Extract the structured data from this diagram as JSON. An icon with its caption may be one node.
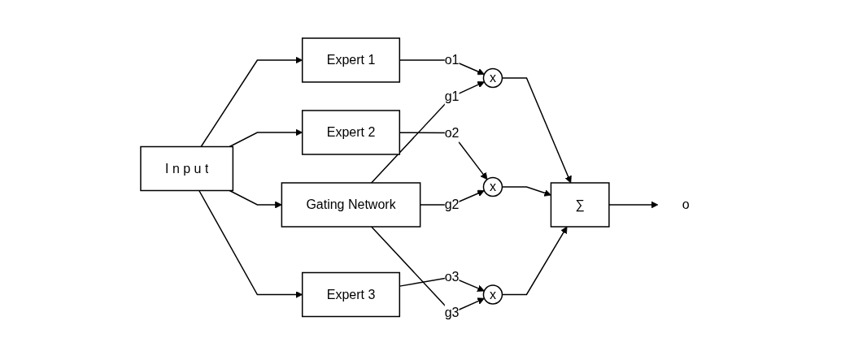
{
  "diagram": {
    "nodes": [
      {
        "text": [
          "I n p u t"
        ]
      },
      {
        "text": [
          "Expert 1"
        ]
      },
      {
        "text": [
          "Expert 2"
        ]
      },
      {
        "text": [
          "Expert 3"
        ]
      },
      {
        "text": [
          "x"
        ]
      },
      {
        "text": [
          "x"
        ]
      },
      {
        "text": [
          "x"
        ]
      },
      {
        "text": [
          "∑"
        ]
      },
      {
        "text": [
          "Gating Network"
        ]
      },
      {
        "text": [
          "o"
        ]
      }
    ],
    "edges": [
      {
        "from": 0,
        "to": 1,
        "arrow": "to"
      },
      {
        "from": 0,
        "to": 2,
        "arrow": "to"
      },
      {
        "from": 0,
        "to": 3,
        "arrow": "to"
      },
      {
        "from": 0,
        "to": 8,
        "arrow": "to"
      },
      {
        "from": 1,
        "to": 4,
        "arrow": "to",
        "label": "o1"
      },
      {
        "from": 2,
        "to": 5,
        "arrow": "to",
        "label": "o2"
      },
      {
        "from": 3,
        "to": 6,
        "arrow": "to",
        "label": "o3"
      },
      {
        "from": 8,
        "to": 4,
        "arrow": "to",
        "label": "g1"
      },
      {
        "from": 8,
        "to": 5,
        "arrow": "to",
        "label": "g2"
      },
      {
        "from": 8,
        "to": 6,
        "arrow": "to",
        "label": "g3"
      },
      {
        "from": 4,
        "to": 7,
        "arrow": "to"
      },
      {
        "from": 5,
        "to": 7,
        "arrow": "to"
      },
      {
        "from": 6,
        "to": 7,
        "arrow": "to"
      },
      {
        "from": 7,
        "to": 9,
        "arrow": "to"
      }
    ]
  }
}
